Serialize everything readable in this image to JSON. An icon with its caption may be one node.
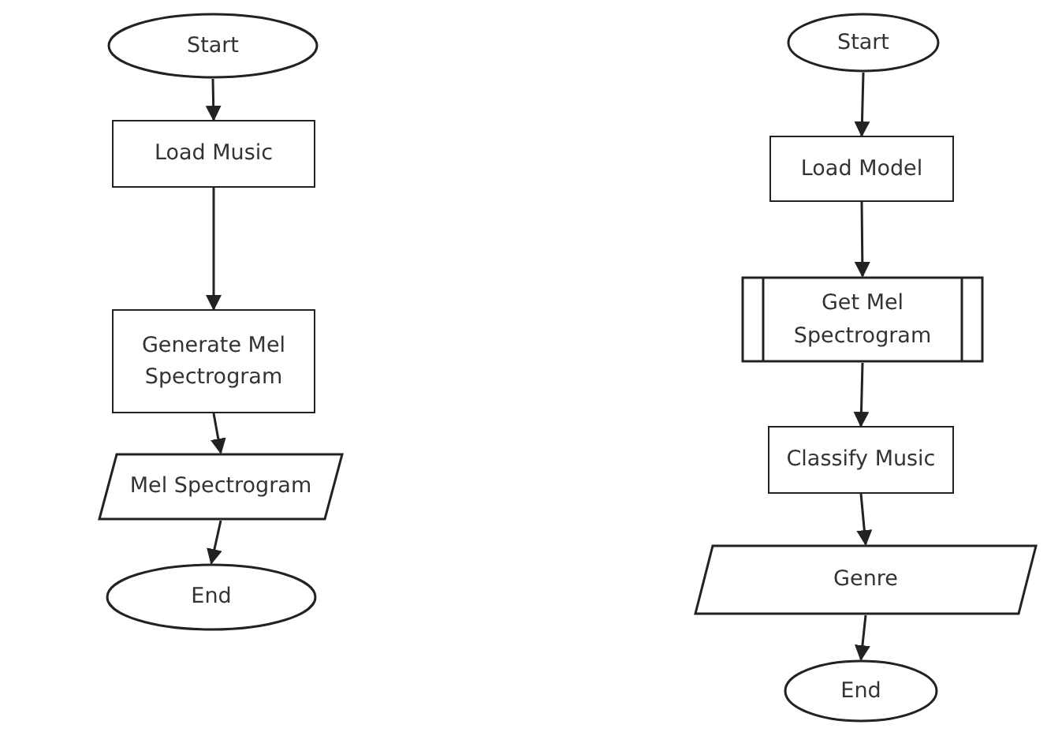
{
  "diagram": {
    "nodes": [
      {
        "text": [
          "Start"
        ]
      },
      {
        "text": [
          "Load Music"
        ]
      },
      {
        "text": [
          "Generate Mel Spectrogram"
        ]
      },
      {
        "text": [
          "Mel Spectrogram"
        ]
      },
      {
        "text": [
          "End"
        ]
      },
      {
        "text": [
          "Start"
        ]
      },
      {
        "text": [
          "Load Model"
        ]
      },
      {
        "text": [
          "Get Mel Spectrogram"
        ]
      },
      {
        "text": [
          "Classify Music"
        ]
      },
      {
        "text": [
          "Genre"
        ]
      },
      {
        "text": [
          "End"
        ]
      }
    ],
    "edges": [
      {
        "from": 0,
        "to": 1,
        "arrow": "to"
      },
      {
        "from": 1,
        "to": 2,
        "arrow": "to"
      },
      {
        "from": 2,
        "to": 3,
        "arrow": "to"
      },
      {
        "from": 3,
        "to": 4,
        "arrow": "to"
      },
      {
        "from": 5,
        "to": 6,
        "arrow": "to"
      },
      {
        "from": 6,
        "to": 7,
        "arrow": "to"
      },
      {
        "from": 7,
        "to": 8,
        "arrow": "to"
      },
      {
        "from": 8,
        "to": 9,
        "arrow": "to"
      },
      {
        "from": 9,
        "to": 10,
        "arrow": "to"
      }
    ]
  }
}
